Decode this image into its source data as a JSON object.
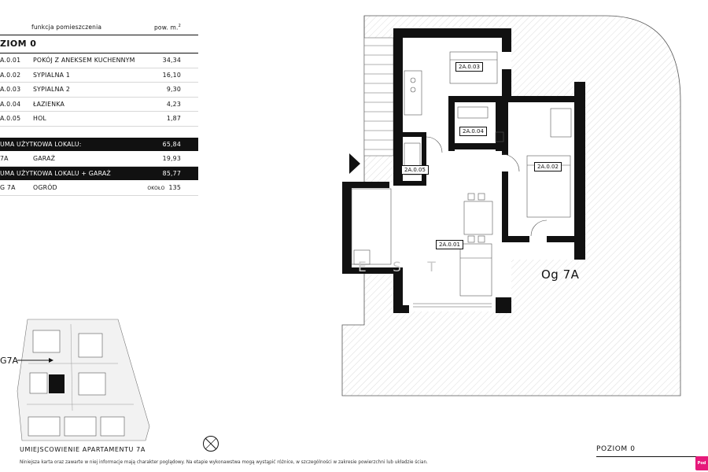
{
  "table": {
    "header_function": "funkcja pomieszczenia",
    "header_area": "pow. m.",
    "header_area_sup": "2",
    "level_title": "ZIOM 0",
    "rooms": [
      {
        "code": "A.0.01",
        "name": "POKÓJ Z ANEKSEM KUCHENNYM",
        "area": "34,34"
      },
      {
        "code": "A.0.02",
        "name": "SYPIALNA 1",
        "area": "16,10"
      },
      {
        "code": "A.0.03",
        "name": "SYPIALNA 2",
        "area": "9,30"
      },
      {
        "code": "A.0.04",
        "name": "ŁAZIENKA",
        "area": "4,23"
      },
      {
        "code": "A.0.05",
        "name": "HOL",
        "area": "1,87"
      }
    ],
    "sum_label": "UMA UŻYTKOWA LOKALU:",
    "sum_value": "65,84",
    "garage_code": "7A",
    "garage_name": "GARAŻ",
    "garage_area": "19,93",
    "sum_garage_label": "UMA UŻYTKOWA LOKALU + GARAŻ",
    "sum_garage_value": "85,77",
    "garden_code": "G 7A",
    "garden_name": "OGRÓD",
    "garden_prefix": "OKOŁO",
    "garden_area": "135"
  },
  "plan": {
    "labels": {
      "r01": "2A.0.01",
      "r02": "2A.0.02",
      "r03": "2A.0.03",
      "r04": "2A.0.04",
      "r05": "2A.0.05"
    },
    "garden_label": "Og 7A",
    "watermark": "E S T"
  },
  "location": {
    "marker": "G7A",
    "title": "UMIEJSCOWIENIE APARTAMENTU 7A"
  },
  "footer": {
    "disclaimer": "Niniejsza karta oraz zawarte w niej informacje mają charakter poglądowy. Na etapie wykonawstwa mogą wystąpić różnice, w szczególności w zakresie powierzchni lub układzie ścian.",
    "level": "POZIOM 0",
    "brand": "Pod"
  },
  "colors": {
    "wall": "#111111",
    "brand": "#e6197a",
    "hatch": "#bdbdbd"
  }
}
